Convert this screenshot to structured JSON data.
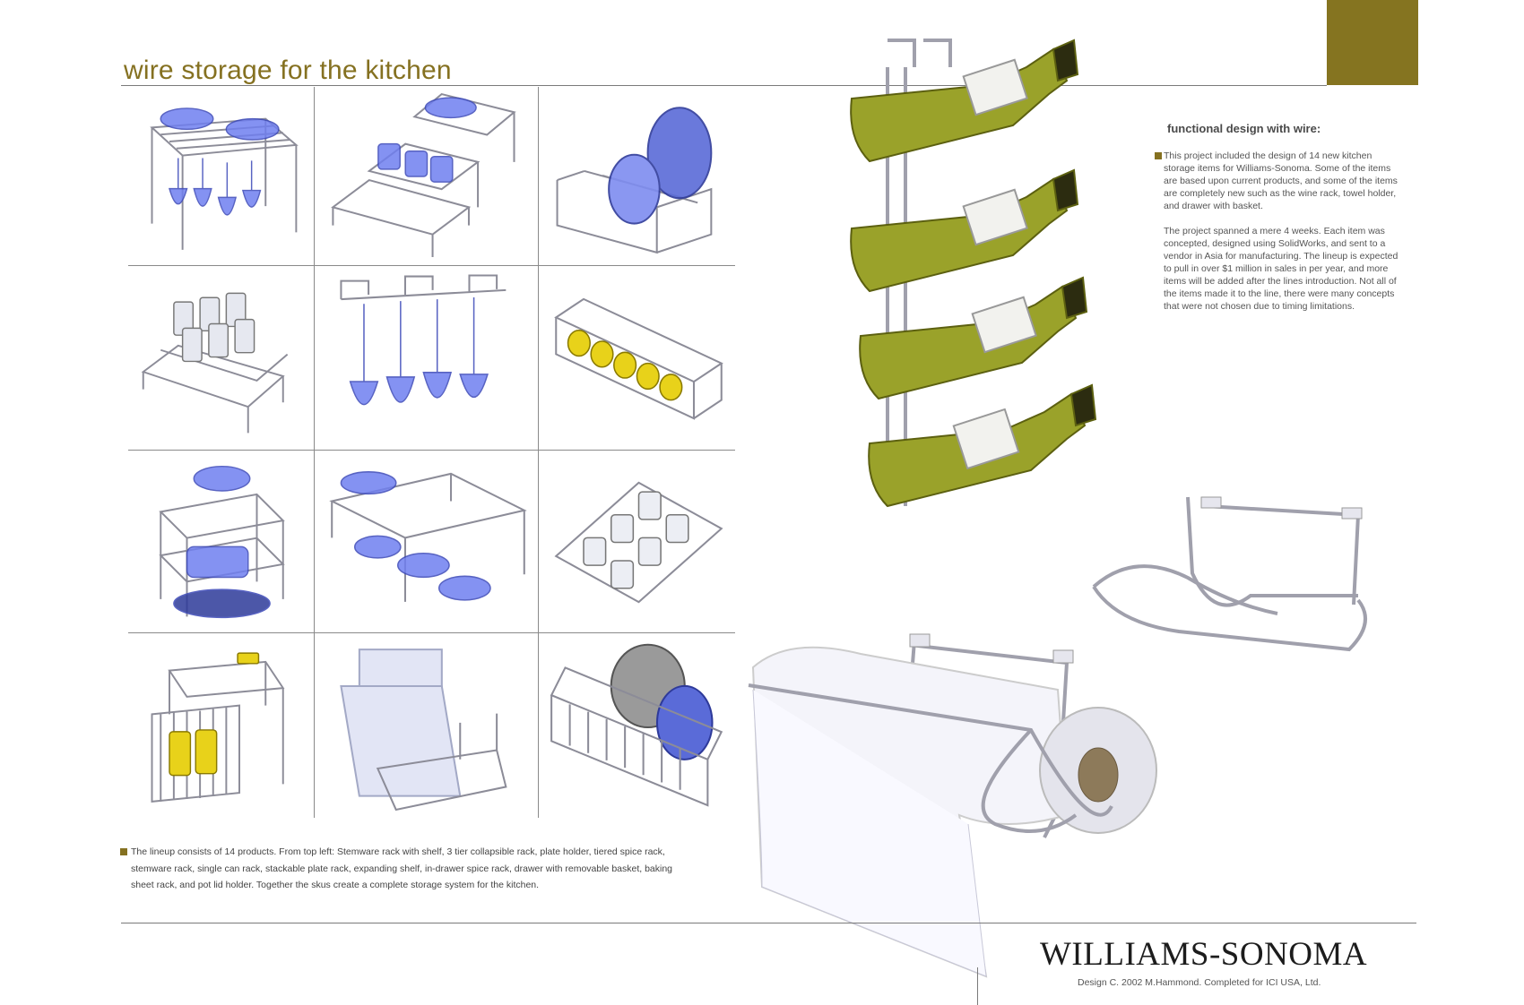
{
  "title": "wire storage for the kitchen",
  "colors": {
    "accent": "#857121",
    "blue": "#6f7ff0",
    "bottle": "#9aa22a",
    "wire": "#9a9aa6"
  },
  "products": [
    {
      "icon": "stemware-rack-with-shelf-icon"
    },
    {
      "icon": "three-tier-collapsible-rack-icon"
    },
    {
      "icon": "plate-holder-icon"
    },
    {
      "icon": "tiered-spice-rack-icon"
    },
    {
      "icon": "stemware-rack-icon"
    },
    {
      "icon": "single-can-rack-icon"
    },
    {
      "icon": "stackable-plate-rack-icon"
    },
    {
      "icon": "expanding-shelf-icon"
    },
    {
      "icon": "in-drawer-spice-rack-icon"
    },
    {
      "icon": "drawer-with-basket-icon"
    },
    {
      "icon": "baking-sheet-rack-icon"
    },
    {
      "icon": "pot-lid-holder-icon"
    }
  ],
  "lineup_text": "The lineup consists of 14 products.  From top left:  Stemware rack with shelf, 3 tier collapsible rack, plate holder, tiered spice rack, stemware rack, single can rack, stackable plate rack, expanding shelf, in-drawer spice rack,  drawer with removable basket, baking sheet rack, and pot lid holder.  Together the skus create a complete storage system for the kitchen.",
  "right_column": {
    "heading": "functional design with wire:",
    "paragraph_1": "This project included the design of 14 new kitchen storage items for Williams-Sonoma.  Some of the items are based upon current products, and some of the items are completely new such as the wine rack,  towel holder, and drawer with basket.",
    "paragraph_2": "The project spanned a mere 4 weeks.  Each item was concepted, designed using SolidWorks, and sent to a vendor in Asia for manufacturing.  The lineup is expected to pull in over $1 million in sales in per year, and more items will be added after the lines introduction.   Not all of the items made it to the line, there were many concepts that were not chosen due to timing limitations."
  },
  "hero_images": {
    "wine_rack": "wine-rack-icon",
    "towel_holder_empty": "towel-holder-icon",
    "towel_holder_with_roll": "paper-towel-holder-icon"
  },
  "brand": "WILLIAMS-SONOMA",
  "credit": "Design C.  2002 M.Hammond.  Completed for ICI USA, Ltd."
}
